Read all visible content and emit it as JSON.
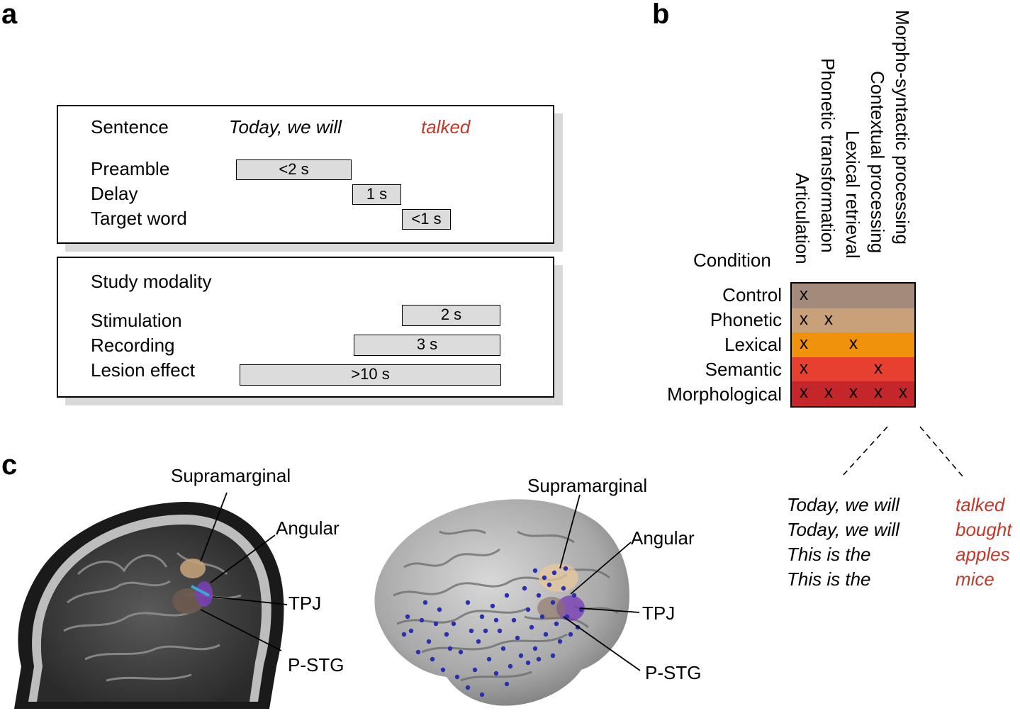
{
  "panel_a": {
    "letter": "a",
    "top_box": {
      "sentence_label": "Sentence",
      "sentence_text": "Today, we will",
      "target_text": "talked",
      "rows": [
        {
          "label": "Preamble",
          "bar": "<2 s"
        },
        {
          "label": "Delay",
          "bar": "1 s"
        },
        {
          "label": "Target word",
          "bar": "<1 s"
        }
      ]
    },
    "bottom_box": {
      "title": "Study modality",
      "rows": [
        {
          "label": "Stimulation",
          "bar": "2 s"
        },
        {
          "label": "Recording",
          "bar": "3 s"
        },
        {
          "label": "Lesion effect",
          "bar": ">10 s"
        }
      ]
    }
  },
  "panel_b": {
    "letter": "b",
    "condition_header": "Condition",
    "columns": [
      "Articulation",
      "Phonetic transformation",
      "Lexical retrieval",
      "Contextual processing",
      "Morpho-syntactic processing"
    ],
    "mark": "x",
    "rows": [
      {
        "label": "Control",
        "color": "#a48a7b",
        "marks": [
          0
        ]
      },
      {
        "label": "Phonetic",
        "color": "#c8a07a",
        "marks": [
          0,
          1
        ]
      },
      {
        "label": "Lexical",
        "color": "#f0920c",
        "marks": [
          0,
          2
        ]
      },
      {
        "label": "Semantic",
        "color": "#e84030",
        "marks": [
          0,
          3
        ]
      },
      {
        "label": "Morphological",
        "color": "#c4262a",
        "marks": [
          0,
          1,
          2,
          3,
          4
        ]
      }
    ],
    "examples": [
      {
        "preamble": "Today, we will",
        "target": "talked"
      },
      {
        "preamble": "Today, we will",
        "target": "bought"
      },
      {
        "preamble": "This is the",
        "target": "apples"
      },
      {
        "preamble": "This is the",
        "target": "mice"
      }
    ]
  },
  "panel_c": {
    "letter": "c",
    "mri_labels": {
      "supramarginal": "Supramarginal",
      "angular": "Angular",
      "tpj": "TPJ",
      "pstg": "P-STG"
    },
    "surface_labels": {
      "supramarginal": "Supramarginal",
      "angular": "Angular",
      "tpj": "TPJ",
      "pstg": "P-STG"
    },
    "colors": {
      "electrode": "#2a2fb0",
      "roi_purple": "#7a3fb8",
      "roi_tan": "#c9a57a",
      "roi_blue": "#3aa8d8"
    }
  }
}
